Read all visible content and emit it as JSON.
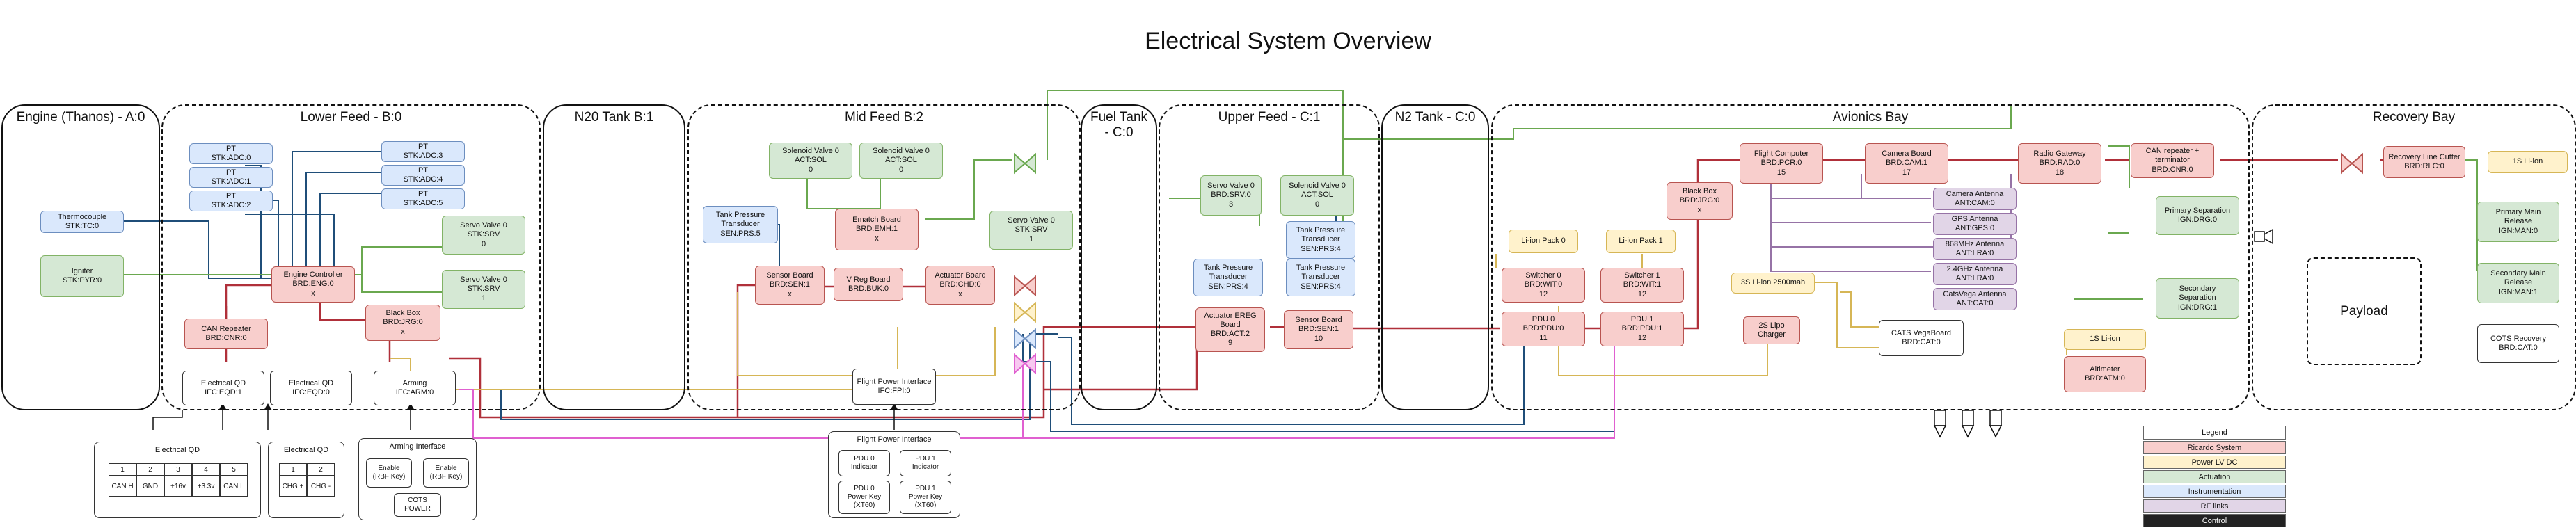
{
  "title": "Electrical System Overview",
  "sections": {
    "engine": "Engine (Thanos) - A:0",
    "lower_feed": "Lower Feed - B:0",
    "n20_tank": "N20 Tank B:1",
    "mid_feed": "Mid Feed B:2",
    "fuel_tank": "Fuel Tank - C:0",
    "upper_feed": "Upper Feed - C:1",
    "n2_tank": "N2 Tank - C:0",
    "avionics": "Avionics Bay",
    "recovery": "Recovery Bay",
    "payload": "Payload"
  },
  "nodes": {
    "thermocouple": [
      "Thermocouple",
      "STK:TC:0"
    ],
    "igniter": [
      "Igniter",
      "STK:PYR:0"
    ],
    "pt0": [
      "PT",
      "STK:ADC:0"
    ],
    "pt1": [
      "PT",
      "STK:ADC:1"
    ],
    "pt2": [
      "PT",
      "STK:ADC:2"
    ],
    "pt3": [
      "PT",
      "STK:ADC:3"
    ],
    "pt4": [
      "PT",
      "STK:ADC:4"
    ],
    "pt5": [
      "PT",
      "STK:ADC:5"
    ],
    "servo_lf0": [
      "Servo Valve 0",
      "STK:SRV",
      "0"
    ],
    "servo_lf1": [
      "Servo Valve 0",
      "STK:SRV",
      "1"
    ],
    "engine_ctrl": [
      "Engine Controller",
      "BRD:ENG:0",
      "x"
    ],
    "black_box_lf": [
      "Black Box",
      "BRD:JRG:0",
      "x"
    ],
    "can_repeater": [
      "CAN Repeater",
      "BRD:CNR:0"
    ],
    "eqd1": [
      "Electrical QD",
      "IFC:EQD:1"
    ],
    "eqd0": [
      "Electrical QD",
      "IFC:EQD:0"
    ],
    "arming": [
      "Arming",
      "IFC:ARM:0"
    ],
    "sol_mf0": [
      "Solenoid Valve 0",
      "ACT:SOL",
      "0"
    ],
    "sol_mf1": [
      "Solenoid Valve 0",
      "ACT:SOL",
      "0"
    ],
    "tank_pt_mf": [
      "Tank Pressure",
      "Transducer",
      "SEN:PRS:5"
    ],
    "ematch": [
      "Ematch Board",
      "BRD:EMH:1",
      "x"
    ],
    "servo_mf": [
      "Servo Valve 0",
      "STK:SRV",
      "1"
    ],
    "sensor_mf": [
      "Sensor Board",
      "BRD:SEN:1",
      "x"
    ],
    "vreg_mf": [
      "V Reg Board",
      "BRD:BUK:0"
    ],
    "actuator_mf": [
      "Actuator Board",
      "BRD:CHD:0",
      "x"
    ],
    "fpi": [
      "Flight Power Interface",
      "IFC:FPI:0"
    ],
    "servo_uf": [
      "Servo Valve 0",
      "BRD:SRV:0",
      "3"
    ],
    "sol_uf": [
      "Solenoid Valve 0",
      "ACT:SOL",
      "0"
    ],
    "tank_pt_uf1": [
      "Tank Pressure",
      "Transducer",
      "SEN:PRS:4"
    ],
    "tank_pt_uf2": [
      "Tank Pressure",
      "Transducer",
      "SEN:PRS:4"
    ],
    "tank_pt_uf3": [
      "Tank Pressure",
      "Transducer",
      "SEN:PRS:4"
    ],
    "act_ereg": [
      "Actuator EREG",
      "Board",
      "BRD:ACT:2",
      "9"
    ],
    "sensor_uf": [
      "Sensor Board",
      "BRD:SEN:1",
      "10"
    ],
    "li_pack0": [
      "Li-ion Pack 0"
    ],
    "li_pack1": [
      "Li-ion Pack 1"
    ],
    "switcher0": [
      "Switcher 0",
      "BRD:WIT:0",
      "12"
    ],
    "switcher1": [
      "Switcher 1",
      "BRD:WIT:1",
      "12"
    ],
    "pdu0": [
      "PDU 0",
      "BRD:PDU:0",
      "11"
    ],
    "pdu1": [
      "PDU 1",
      "BRD:PDU:1",
      "12"
    ],
    "black_box_av": [
      "Black Box",
      "BRD:JRG:0",
      "x"
    ],
    "flight_computer": [
      "Flight Computer",
      "BRD:PCR:0",
      "15"
    ],
    "camera_board": [
      "Camera Board",
      "BRD:CAM:1",
      "17"
    ],
    "radio_gateway": [
      "Radio Gateway",
      "BRD:RAD:0",
      "18"
    ],
    "can_rep_term": [
      "CAN repeater +",
      "terminator",
      "BRD:CNR:0"
    ],
    "cam_ant": [
      "Camera Antenna",
      "ANT:CAM:0"
    ],
    "gps_ant": [
      "GPS Antenna",
      "ANT:GPS:0"
    ],
    "ant868": [
      "868MHz Antenna",
      "ANT:LRA:0"
    ],
    "ant24": [
      "2.4GHz Antenna",
      "ANT:LRA:0"
    ],
    "cats_ant": [
      "CatsVega Antenna",
      "ANT:CAT:0"
    ],
    "li2500": [
      "3S Li-ion 2500mah"
    ],
    "lipo_charger": [
      "2S Lipo",
      "Charger"
    ],
    "cats_vega": [
      "CATS VegaBoard",
      "BRD:CAT:0"
    ],
    "li_1s_av": [
      "1S Li-ion"
    ],
    "altimeter": [
      "Altimeter",
      "BRD:ATM:0"
    ],
    "primary_sep": [
      "Primary Separation",
      "IGN:DRG:0"
    ],
    "secondary_sep": [
      "Secondary",
      "Separation",
      "IGN:DRG:1"
    ],
    "rec_cutter": [
      "Recovery Line Cutter",
      "BRD:RLC:0"
    ],
    "li_1s_rec": [
      "1S Li-ion"
    ],
    "primary_main": [
      "Primary Main",
      "Release",
      "IGN:MAN:0"
    ],
    "secondary_main": [
      "Secondary Main",
      "Release",
      "IGN:MAN:1"
    ],
    "cots_recovery": [
      "COTS Recovery",
      "BRD:CAT:0"
    ]
  },
  "eqd_pinout": {
    "title": "Electrical QD",
    "numbers": [
      "1",
      "2",
      "3",
      "4",
      "5"
    ],
    "pins": [
      "CAN H",
      "GND",
      "+16v",
      "+3.3v",
      "CAN L"
    ]
  },
  "eqd_charge": {
    "title": "Electrical QD",
    "numbers": [
      "1",
      "2"
    ],
    "pins": [
      "CHG +",
      "CHG -"
    ]
  },
  "arming_iface": {
    "title": "Arming Interface",
    "enable_a": [
      "Enable",
      "(RBF Key)"
    ],
    "enable_b": [
      "Enable",
      "(RBF Key)"
    ],
    "cots": [
      "COTS",
      "POWER"
    ]
  },
  "fpi_iface": {
    "title": "Flight Power Interface",
    "pdu0_ind": [
      "PDU 0",
      "Indicator"
    ],
    "pdu1_ind": [
      "PDU 1",
      "Indicator"
    ],
    "pdu0_key": [
      "PDU 0",
      "Power Key",
      "(XT60)"
    ],
    "pdu1_key": [
      "PDU 1",
      "Power Key",
      "(XT60)"
    ]
  },
  "legend": {
    "title": "Legend",
    "items": [
      {
        "label": "Ricardo System",
        "style": "ricardo"
      },
      {
        "label": "Power LV DC",
        "style": "power"
      },
      {
        "label": "Actuation",
        "style": "act"
      },
      {
        "label": "Instrumentation",
        "style": "instr"
      },
      {
        "label": "RF links",
        "style": "rf"
      },
      {
        "label": "Control",
        "style": "ctrl-dark"
      }
    ]
  },
  "colors": {
    "ricardo": "#b85450",
    "power": "#d6b656",
    "actuation": "#82b366",
    "instrumentation": "#6c8ebf",
    "rf": "#9673a6",
    "can_red": "#b0303a",
    "power_blue": "#1f4e79",
    "pink": "#e060d0"
  }
}
